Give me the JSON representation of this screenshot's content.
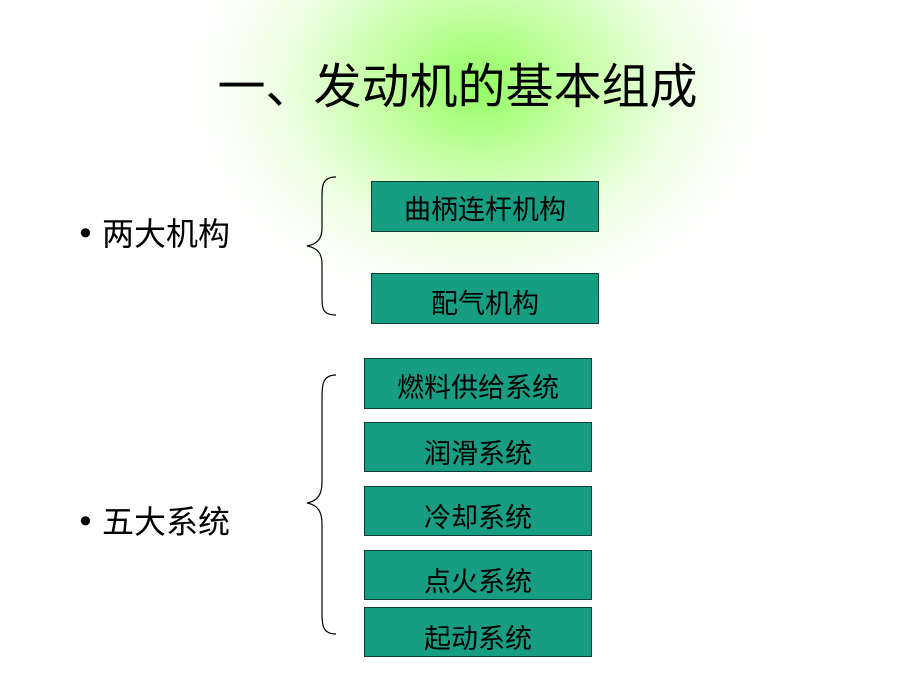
{
  "title": "一、发动机的基本组成",
  "groups": [
    {
      "label": "两大机构",
      "items": [
        "曲柄连杆机构",
        "配气机构"
      ]
    },
    {
      "label": "五大系统",
      "items": [
        "燃料供给系统",
        "润滑系统",
        "冷却系统",
        "点火系统",
        "起动系统"
      ]
    }
  ],
  "bullet_symbol": "•",
  "colors": {
    "box_fill": "#179e82",
    "box_border": "#0c3d33",
    "glow": "#8cff5a"
  }
}
